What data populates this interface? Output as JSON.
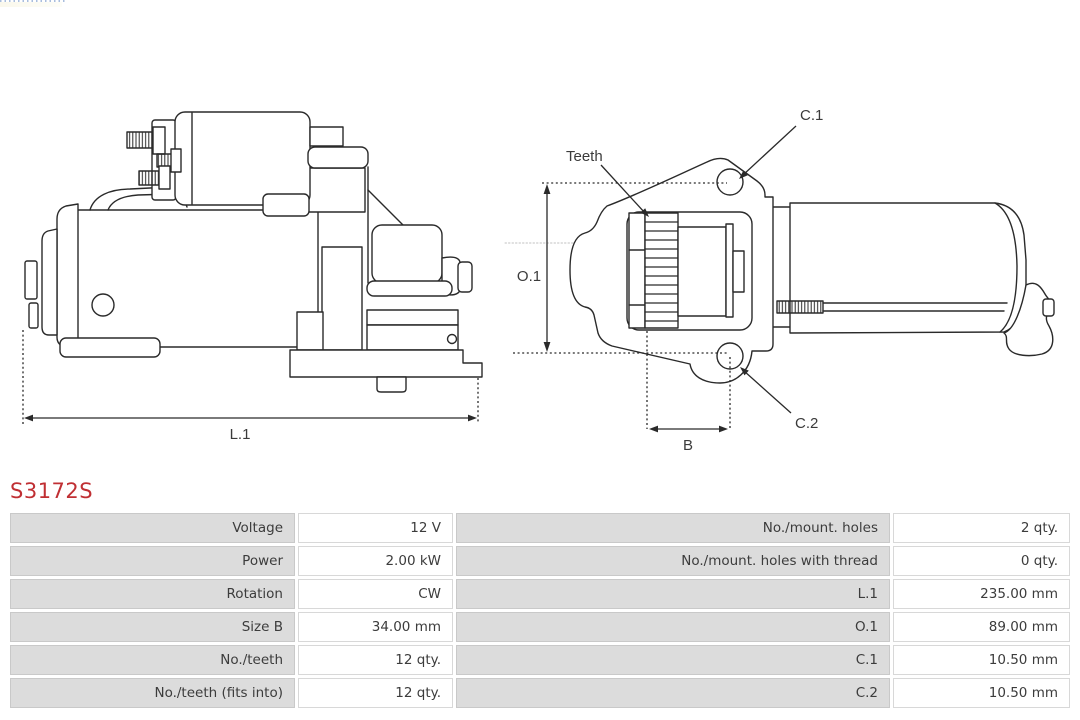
{
  "part_number": "S3172S",
  "colors": {
    "part_number_red": "#c02f33",
    "table_label_bg": "#dcdcdc",
    "drawing_line": "#2a2a2a"
  },
  "diagram": {
    "labels": {
      "teeth": "Teeth",
      "c1": "C.1",
      "c2": "C.2",
      "o1": "O.1",
      "b": "B",
      "l1": "L.1"
    }
  },
  "table": {
    "rows": [
      {
        "label1": "Voltage",
        "value1": "12 V",
        "label2": "No./mount. holes",
        "value2": "2 qty."
      },
      {
        "label1": "Power",
        "value1": "2.00 kW",
        "label2": "No./mount. holes with thread",
        "value2": "0 qty."
      },
      {
        "label1": "Rotation",
        "value1": "CW",
        "label2": "L.1",
        "value2": "235.00 mm"
      },
      {
        "label1": "Size B",
        "value1": "34.00 mm",
        "label2": "O.1",
        "value2": "89.00 mm"
      },
      {
        "label1": "No./teeth",
        "value1": "12 qty.",
        "label2": "C.1",
        "value2": "10.50 mm"
      },
      {
        "label1": "No./teeth (fits into)",
        "value1": "12 qty.",
        "label2": "C.2",
        "value2": "10.50 mm"
      }
    ]
  }
}
